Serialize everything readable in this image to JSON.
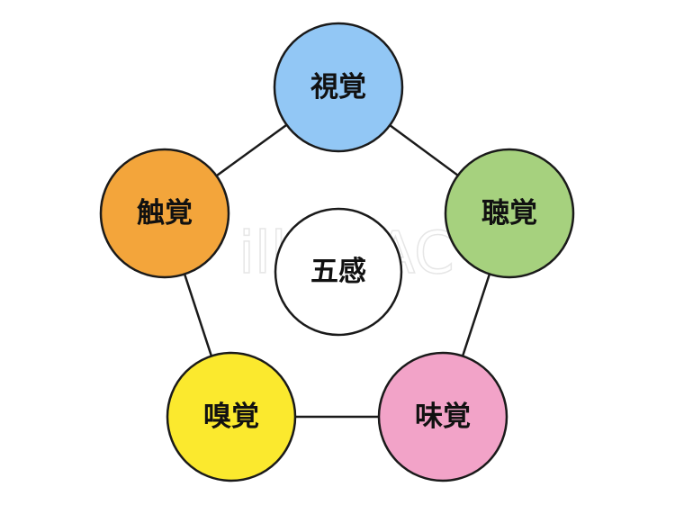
{
  "center": {
    "label": "五感",
    "color": "#ffffff"
  },
  "nodes": [
    {
      "id": "sight",
      "label": "視覚",
      "color": "#92c7f5"
    },
    {
      "id": "hearing",
      "label": "聴覚",
      "color": "#a6d17e"
    },
    {
      "id": "taste",
      "label": "味覚",
      "color": "#f2a3c8"
    },
    {
      "id": "smell",
      "label": "嗅覚",
      "color": "#fbe92e"
    },
    {
      "id": "touch",
      "label": "触覚",
      "color": "#f3a53b"
    }
  ],
  "edges": [
    [
      "sight",
      "hearing"
    ],
    [
      "hearing",
      "taste"
    ],
    [
      "taste",
      "smell"
    ],
    [
      "smell",
      "touch"
    ],
    [
      "touch",
      "sight"
    ]
  ],
  "watermark": {
    "text": "illustAC"
  },
  "outline_color": "#1a1a1a"
}
